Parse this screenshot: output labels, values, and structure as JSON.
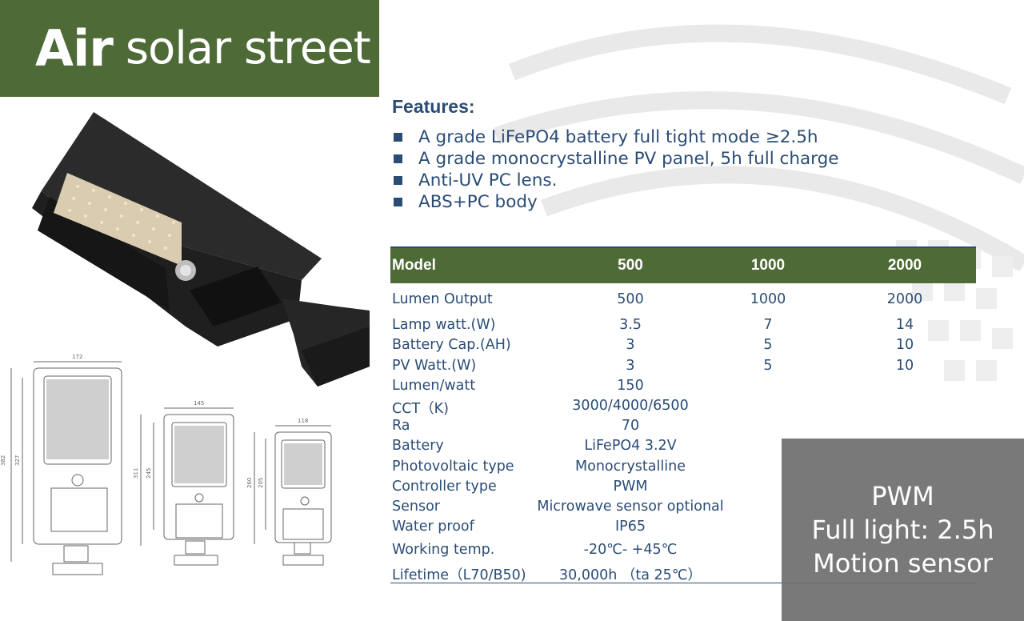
{
  "title": {
    "bold": "Air",
    "light": "solar street"
  },
  "features": {
    "heading": "Features:",
    "items": [
      "A grade LiFePO4 battery full tight mode ≥2.5h",
      "A grade monocrystalline PV panel, 5h full charge",
      "Anti-UV PC lens.",
      "ABS+PC body"
    ]
  },
  "spec_table": {
    "headers": [
      "Model",
      "500",
      "1000",
      "2000"
    ],
    "rows": [
      {
        "label": "Lumen Output",
        "values": [
          "500",
          "1000",
          "2000"
        ]
      },
      {
        "label": "Lamp watt.(W)",
        "values": [
          "3.5",
          "7",
          "14"
        ]
      },
      {
        "label": "Battery Cap.(AH)",
        "values": [
          "3",
          "5",
          "10"
        ]
      },
      {
        "label": "PV Watt.(W)",
        "values": [
          "3",
          "5",
          "10"
        ]
      },
      {
        "label": "Lumen/watt",
        "value": "150"
      },
      {
        "label": "CCT（K)",
        "value": "3000/4000/6500"
      },
      {
        "label": "Ra",
        "value": "70"
      },
      {
        "label": "Battery",
        "value": "LiFePO4 3.2V"
      },
      {
        "label": "Photovoltaic type",
        "value": "Monocrystalline"
      },
      {
        "label": "Controller type",
        "value": "PWM"
      },
      {
        "label": "Sensor",
        "value": "Microwave sensor optional"
      },
      {
        "label": "Water proof",
        "value": "IP65"
      },
      {
        "label": "Working temp.",
        "value": "-20℃- +45℃"
      },
      {
        "label": "Lifetime（L70/B50)",
        "value": "30,000h （ta 25℃）"
      }
    ]
  },
  "callout": {
    "lines": [
      "PWM",
      "Full light: 2.5h",
      "Motion sensor"
    ]
  },
  "drawings": {
    "large": {
      "width": "172",
      "height": "382",
      "inner_height": "327"
    },
    "medium": {
      "width": "145",
      "height": "311",
      "inner_height": "245"
    },
    "small": {
      "width": "118",
      "height": "260",
      "inner_height": "205"
    }
  },
  "colors": {
    "brand_green": "#4e6a37",
    "text_blue": "#2a4c75",
    "callout_gray": "#6e6e6e"
  }
}
